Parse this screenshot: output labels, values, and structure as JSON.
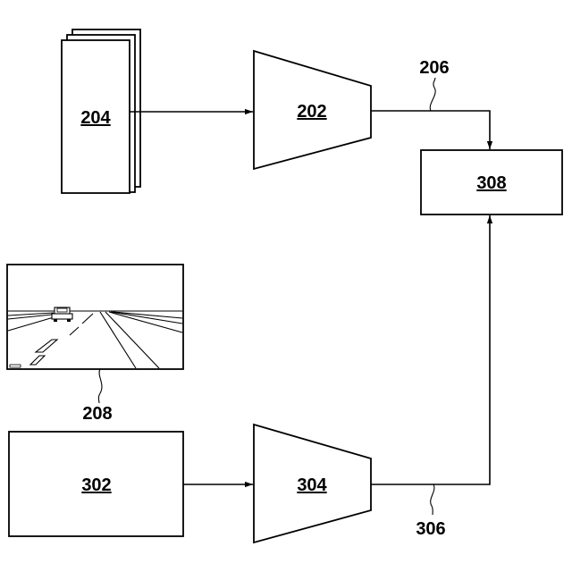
{
  "blocks": {
    "image_stack": "204",
    "encoder_top": "202",
    "output_box": "308",
    "input_box": "302",
    "encoder_bottom": "304"
  },
  "leaders": {
    "top_signal": "206",
    "bottom_signal": "306",
    "road_image": "208"
  },
  "colors": {
    "stroke": "#000000",
    "background": "#ffffff"
  }
}
